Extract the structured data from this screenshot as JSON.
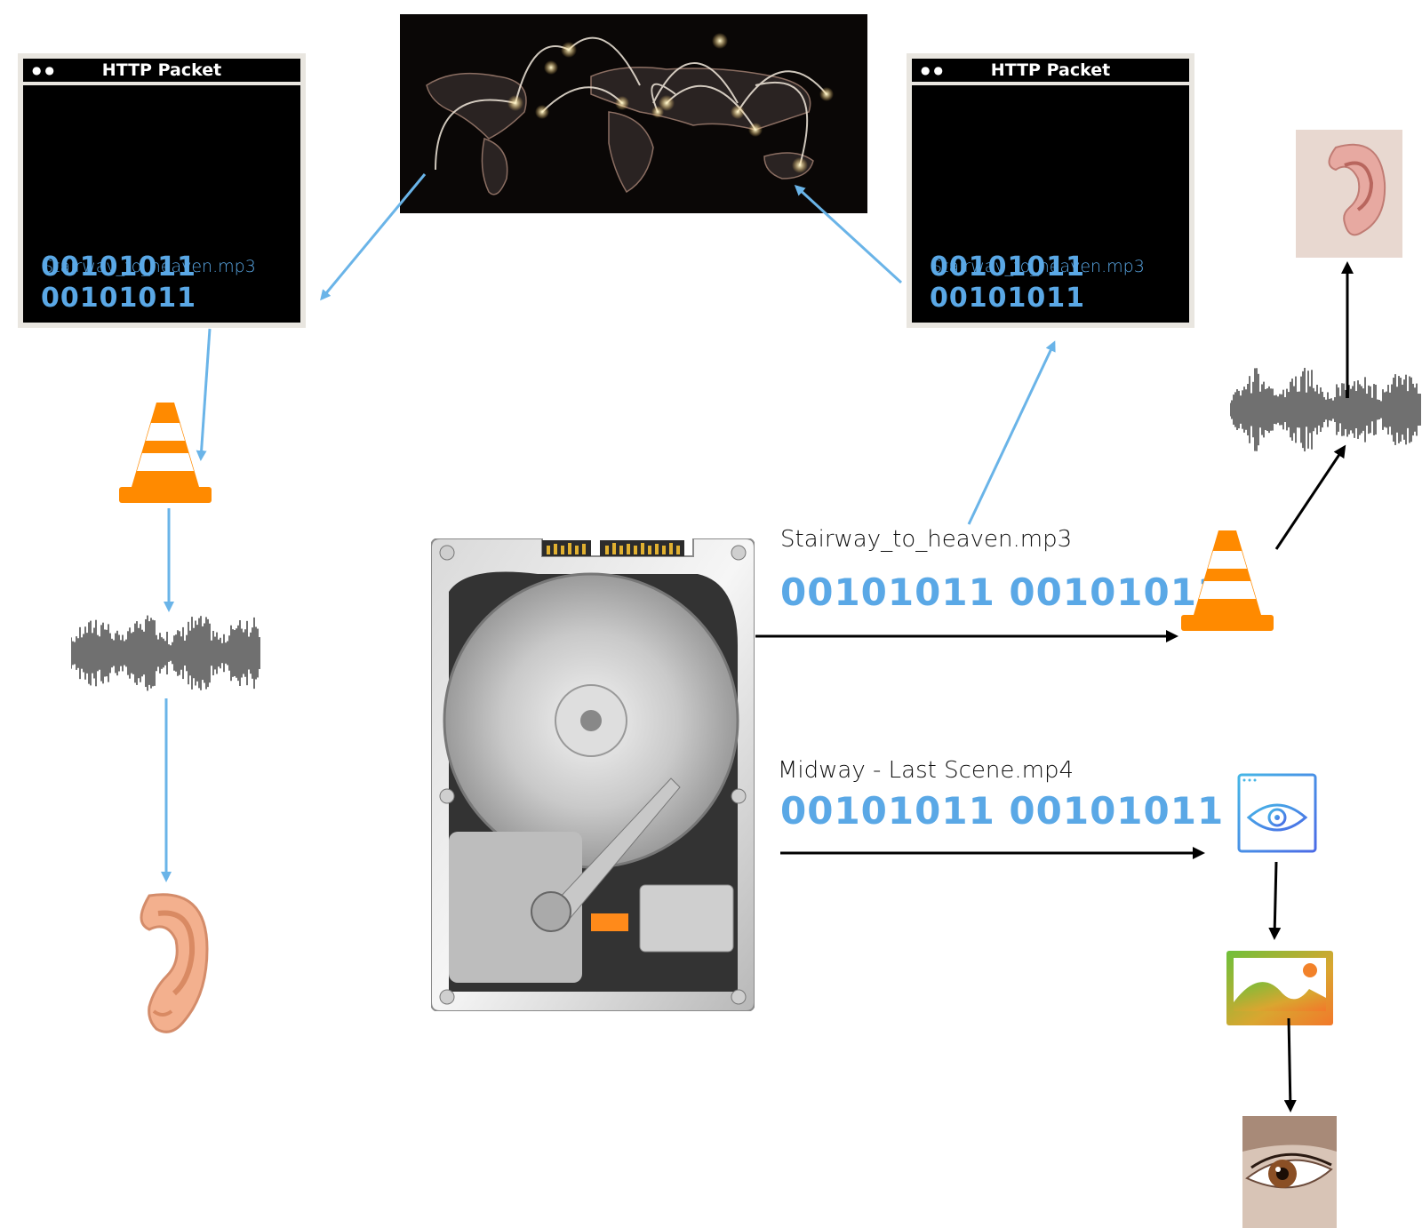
{
  "packets": [
    {
      "title": "HTTP Packet",
      "filename": "Stairway_to_heaven.mp3",
      "bits": "00101011 00101011"
    },
    {
      "title": "HTTP Packet",
      "filename": "Stairway_to_heaven.mp3",
      "bits": "00101011 00101011"
    }
  ],
  "flows": {
    "audio": {
      "filename": "Stairway_to_heaven.mp3",
      "bits": "00101011 00101011"
    },
    "video": {
      "filename": "Midway - Last Scene.mp4",
      "bits": "00101011 00101011"
    }
  },
  "icons": [
    "world-map-icon",
    "vlc-cone-icon",
    "soundwave-icon",
    "ear-icon",
    "hard-drive-icon",
    "eye-window-icon",
    "image-icon",
    "eye-photo-icon",
    "ear-photo-icon"
  ],
  "colors": {
    "accent_blue": "#5aa8e6",
    "vlc_orange": "#ff8a00",
    "black": "#000000",
    "packet_frame": "#e9e6e0"
  }
}
